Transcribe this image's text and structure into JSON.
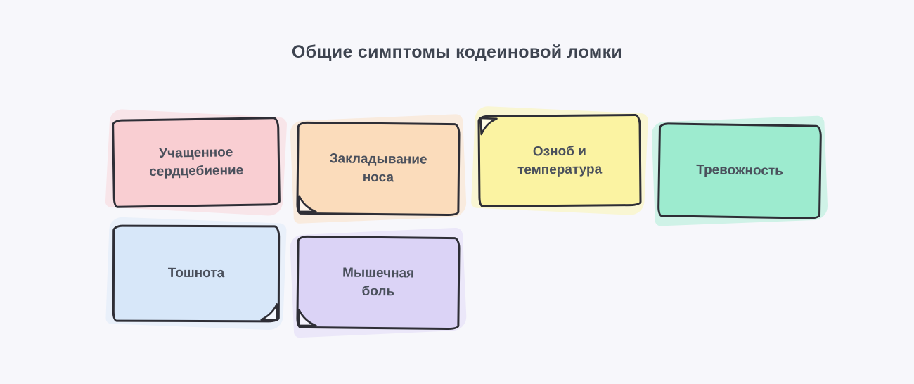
{
  "page": {
    "title": "Общие симптомы кодеиновой ломки"
  },
  "cards": [
    {
      "label": "Учащенное сердцебиение",
      "color": "#f9ced2"
    },
    {
      "label": "Закладывание носа",
      "color": "#fbdcbb"
    },
    {
      "label": "Озноб и температура",
      "color": "#fbf3a2"
    },
    {
      "label": "Тревожность",
      "color": "#9debcf"
    },
    {
      "label": "Тошнота",
      "color": "#d7e7f9"
    },
    {
      "label": "Мышечная боль",
      "color": "#dbd3f6"
    }
  ],
  "colors": {
    "background": "#f7f7fb",
    "outline": "#2e2e36",
    "title_text": "#3e4450",
    "card_text": "#4a505c"
  }
}
